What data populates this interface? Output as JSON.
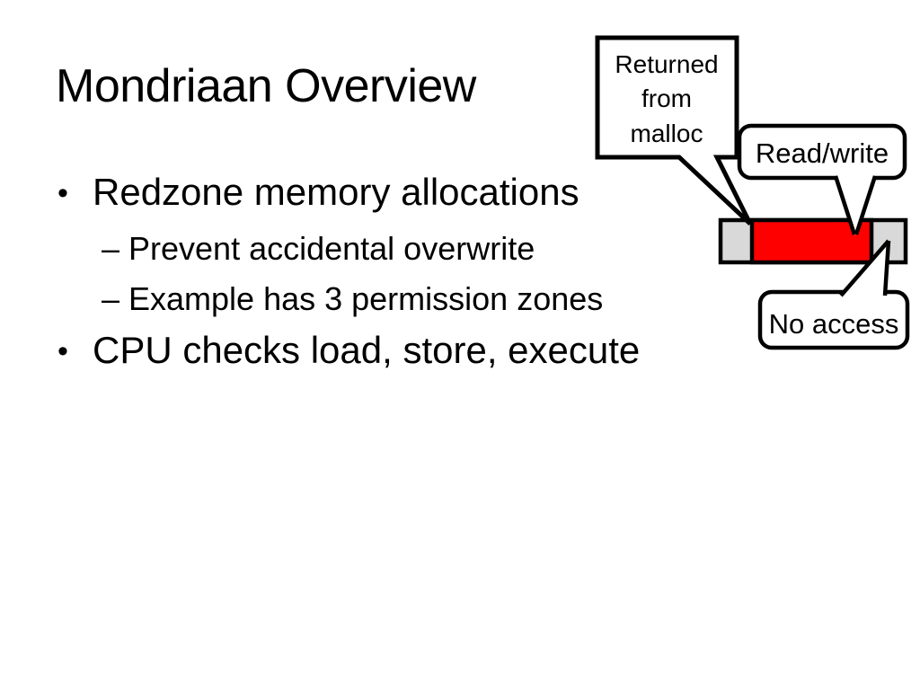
{
  "slide": {
    "title": "Mondriaan Overview",
    "bullets": [
      {
        "marker": "•",
        "text": "Redzone memory allocations"
      },
      {
        "marker": "–",
        "text": "Prevent accidental overwrite"
      },
      {
        "marker": "–",
        "text": "Example has 3 permission zones"
      },
      {
        "marker": "•",
        "text": "CPU checks load, store, execute"
      }
    ]
  },
  "diagram": {
    "callout_malloc": {
      "line1": "Returned",
      "line2": "from",
      "line3": "malloc"
    },
    "callout_read_write": "Read/write",
    "callout_no_access": "No access",
    "colors": {
      "allocation_fill": "#FF0000",
      "redzone_fill": "#D9D9D9",
      "outline": "#000000",
      "callout_fill": "#FFFFFF"
    }
  }
}
